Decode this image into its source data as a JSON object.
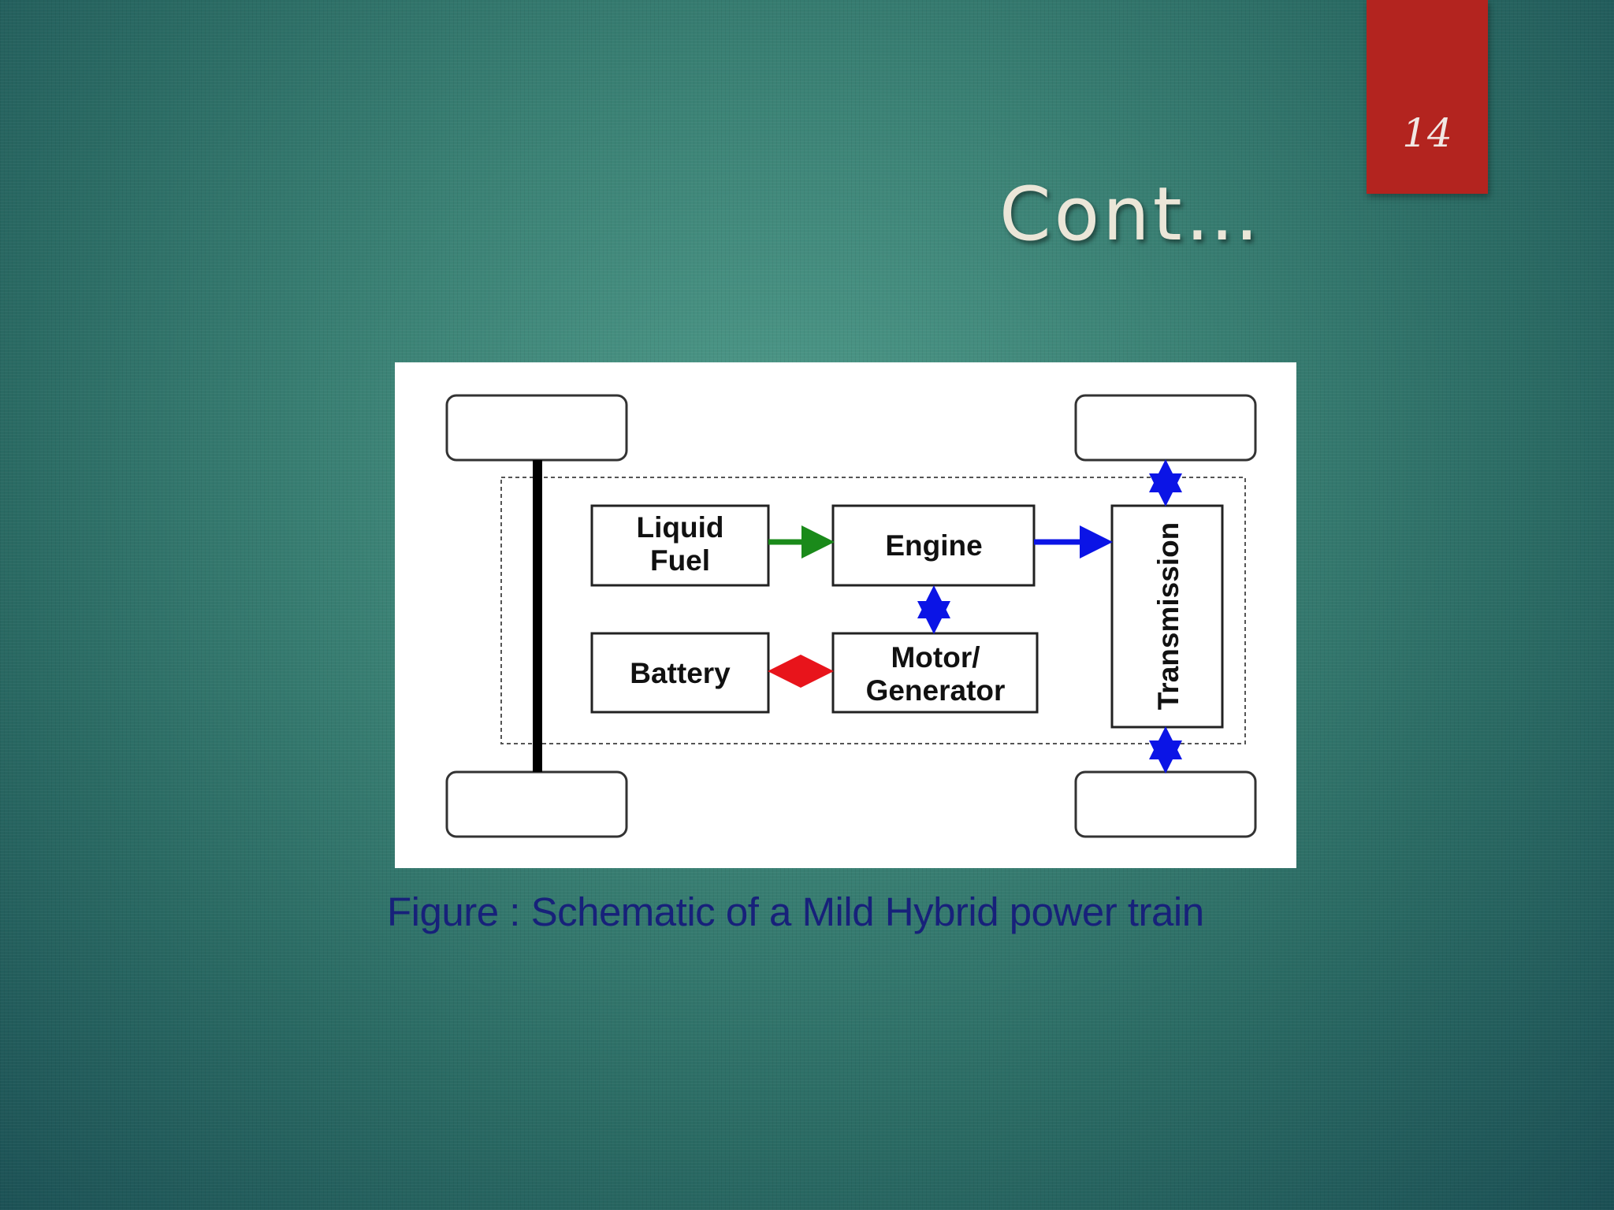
{
  "slide": {
    "page_number": "14",
    "title": "Cont…",
    "caption": "Figure : Schematic of a Mild Hybrid power train"
  },
  "diagram": {
    "blocks": {
      "liquid_fuel": [
        "Liquid",
        "Fuel"
      ],
      "engine": "Engine",
      "battery": "Battery",
      "motor_generator": [
        "Motor/",
        "Generator"
      ],
      "transmission": "Transmission"
    },
    "connections": [
      {
        "from": "liquid_fuel",
        "to": "engine",
        "direction": "one-way",
        "color": "#1a8a1a"
      },
      {
        "from": "engine",
        "to": "transmission",
        "direction": "one-way",
        "color": "#0b14e6"
      },
      {
        "from": "engine",
        "to": "motor_generator",
        "direction": "two-way",
        "color": "#0b14e6"
      },
      {
        "from": "battery",
        "to": "motor_generator",
        "direction": "two-way",
        "color": "#e8141b"
      },
      {
        "from": "transmission",
        "to": "front-right-wheel",
        "direction": "two-way",
        "color": "#0b14e6"
      },
      {
        "from": "transmission",
        "to": "rear-right-wheel",
        "direction": "two-way",
        "color": "#0b14e6"
      }
    ],
    "colors": {
      "fuel_arrow": "#1a8a1a",
      "mechanical_arrow": "#0b14e6",
      "electrical_arrow": "#e8141b",
      "badge": "#b3241f",
      "caption_text": "#17217a"
    }
  }
}
